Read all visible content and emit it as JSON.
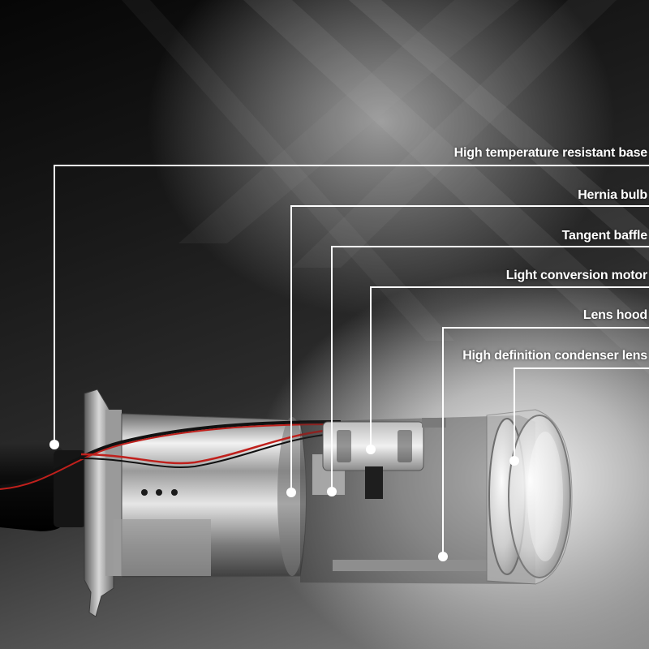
{
  "callouts": [
    {
      "label": "High temperature resistant base"
    },
    {
      "label": "Hernia bulb"
    },
    {
      "label": "Tangent baffle"
    },
    {
      "label": "Light conversion motor"
    },
    {
      "label": "Lens hood"
    },
    {
      "label": "High definition condenser lens"
    }
  ],
  "colors": {
    "leader_line": "#ffffff",
    "wire_red": "#c0201c",
    "wire_black": "#111111",
    "metal": "#c8c8c8"
  }
}
